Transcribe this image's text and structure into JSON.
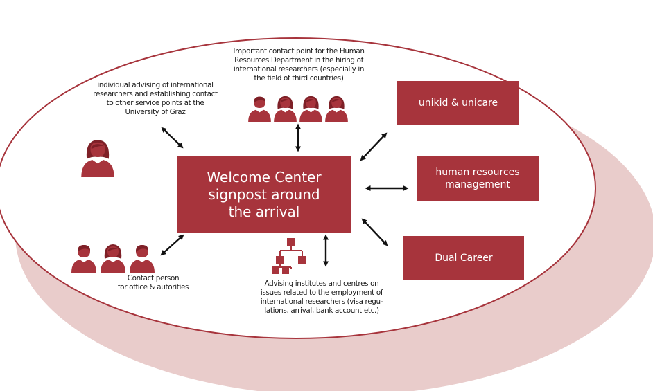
{
  "center": {
    "label": "Welcome Center\nsignpost around\nthe arrival"
  },
  "partners": [
    {
      "label": "unikid & unicare"
    },
    {
      "label": "human resources\nmanagement"
    },
    {
      "label": "Dual Career"
    }
  ],
  "notes": {
    "hr_contact": "Important contact point for the Human\nResources Department in the hiring of\ninternational researchers (especially in\nthe field of third countries)",
    "individual_advising": "individual advising of international\nresearchers and establishing contact\nto other service points at the\nUniversity of Graz",
    "office_contact": "Contact person\nfor office & autorities",
    "institutes_advising": "Advising institutes and centres on\nissues related to the employment of\ninternational researchers (visa regu-\nlations, arrival, bank account etc.)"
  },
  "colors": {
    "accent": "#a7343c",
    "outer_ellipse": "#e9cccb",
    "ring_stroke": "#a7343c",
    "arrow": "#111111"
  },
  "icons": {
    "single_person": "woman-icon",
    "group_four": "people-group-icon",
    "group_three": "people-group-icon",
    "org_chart": "org-chart-icon"
  }
}
